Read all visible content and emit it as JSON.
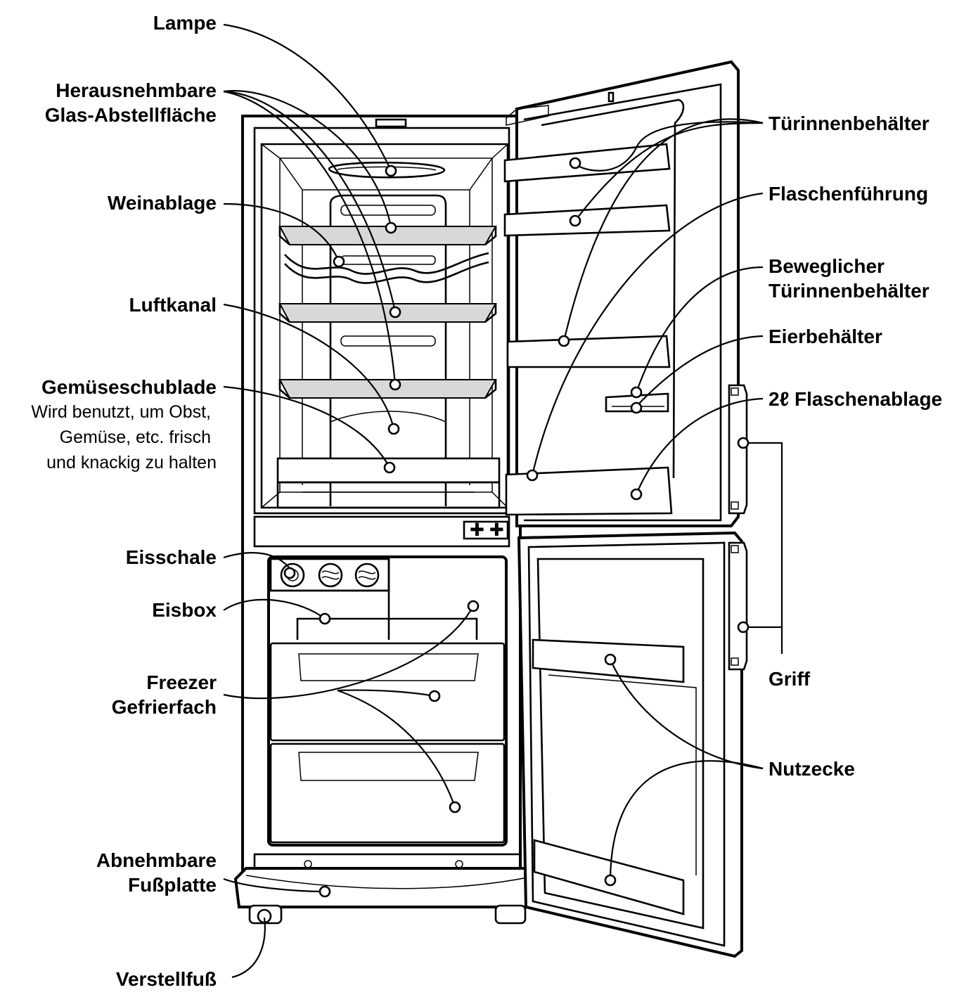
{
  "labels": {
    "lampe": "Lampe",
    "glas_1": "Herausnehmbare",
    "glas_2": "Glas-Abstellfläche",
    "weinablage": "Weinablage",
    "luftkanal": "Luftkanal",
    "gemuese": "Gemüseschublade",
    "gemuese_desc_1": "Wird benutzt, um Obst,",
    "gemuese_desc_2": "Gemüse, etc. frisch",
    "gemuese_desc_3": "und knackig zu halten",
    "eisschale": "Eisschale",
    "eisbox": "Eisbox",
    "freezer_1": "Freezer",
    "freezer_2": "Gefrierfach",
    "fussplatte_1": "Abnehmbare",
    "fussplatte_2": "Fußplatte",
    "verstellfuss": "Verstellfuß",
    "tuerinnen": "Türinnenbehälter",
    "flaschenfuehrung": "Flaschenführung",
    "beweglich_1": "Beweglicher",
    "beweglich_2": "Türinnenbehälter",
    "eierbehaelter": "Eierbehälter",
    "flaschenablage": "2ℓ Flaschenablage",
    "griff": "Griff",
    "nutzecke": "Nutzecke"
  }
}
